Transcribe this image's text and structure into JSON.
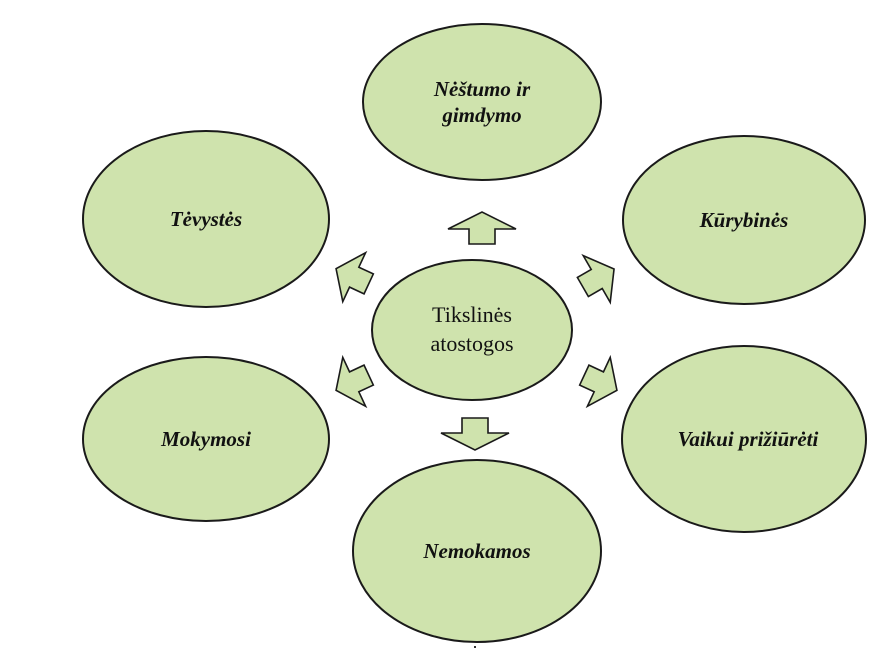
{
  "center": {
    "line1": "Tikslinės",
    "line2": "atostogos"
  },
  "nodes": {
    "top": {
      "line1": "Nėštumo ir",
      "line2": "gimdymo"
    },
    "top_left": {
      "label": "Tėvystės"
    },
    "top_right": {
      "label": "Kūrybinės"
    },
    "bottom_left": {
      "label": "Mokymosi"
    },
    "bottom_right": {
      "label": "Vaikui prižiūrėti"
    },
    "bottom": {
      "label": "Nemokamos"
    }
  },
  "colors": {
    "node_fill": "#cfe3ad",
    "outline": "#1a1a1a"
  }
}
